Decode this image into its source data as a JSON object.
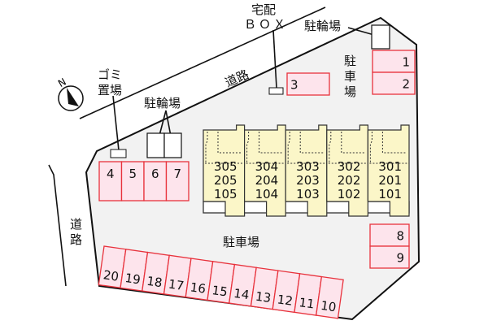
{
  "labels": {
    "road_top": "道路",
    "road_left": [
      "道",
      "路"
    ],
    "delivery_box": [
      "宅配",
      "ＢＯＸ"
    ],
    "bike_parking_top": "駐輪場",
    "bike_parking_left": "駐輪場",
    "garbage": [
      "ゴミ",
      "置場"
    ],
    "parking_vertical": [
      "駐",
      "車",
      "場"
    ],
    "parking_main": "駐車場",
    "compass": "N"
  },
  "parking": {
    "top_right": [
      "1",
      "2"
    ],
    "middle": "3",
    "left_row": [
      "4",
      "5",
      "6",
      "7"
    ],
    "right_side": [
      "8",
      "9"
    ],
    "bottom_row": [
      "20",
      "19",
      "18",
      "17",
      "16",
      "15",
      "14",
      "13",
      "12",
      "11",
      "10"
    ]
  },
  "building": {
    "units": [
      {
        "floor3": "305",
        "floor2": "205",
        "floor1": "105"
      },
      {
        "floor3": "304",
        "floor2": "204",
        "floor1": "104"
      },
      {
        "floor3": "303",
        "floor2": "203",
        "floor1": "103"
      },
      {
        "floor3": "302",
        "floor2": "202",
        "floor1": "102"
      },
      {
        "floor3": "301",
        "floor2": "201",
        "floor1": "101"
      }
    ]
  },
  "colors": {
    "parking_fill": "#fde4ec",
    "parking_stroke": "#e8323c",
    "building_fill": "#fbf6c8",
    "lot_fill": "#f2f2f2"
  }
}
